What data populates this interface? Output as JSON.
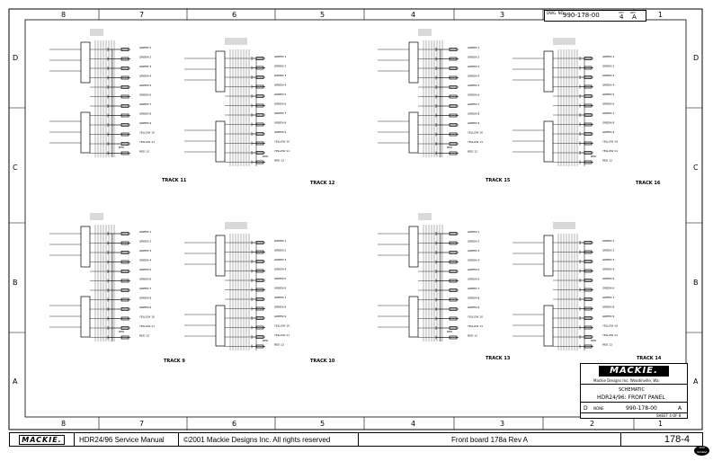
{
  "zones_top": [
    "8",
    "7",
    "6",
    "5",
    "4",
    "3",
    "2",
    "1"
  ],
  "zones_bottom": [
    "8",
    "7",
    "6",
    "5",
    "4",
    "3",
    "2",
    "1"
  ],
  "zones_left": [
    "D",
    "C",
    "B",
    "A"
  ],
  "zones_right": [
    "D",
    "C",
    "B",
    "A"
  ],
  "corner_box": {
    "dwg_label": "DWG. NO.",
    "dwg_no": "990-178-00",
    "sht_label": "SHT",
    "sht": "4",
    "rev_label": "REV",
    "rev": "A"
  },
  "tracks": [
    {
      "label": "TRACK 11",
      "pos": "tl1"
    },
    {
      "label": "TRACK 12",
      "pos": "tl2"
    },
    {
      "label": "TRACK 15",
      "pos": "tr1"
    },
    {
      "label": "TRACK 16",
      "pos": "tr2"
    },
    {
      "label": "TRACK 9",
      "pos": "bl1"
    },
    {
      "label": "TRACK 10",
      "pos": "bl2"
    },
    {
      "label": "TRACK 13",
      "pos": "br1"
    },
    {
      "label": "TRACK 14",
      "pos": "br2"
    }
  ],
  "led_labels": [
    "GREEN 1",
    "GREEN 2",
    "GREEN 3",
    "GREEN 4",
    "GREEN 5",
    "GREEN 6",
    "GREEN 7",
    "GREEN 8",
    "GREEN 9",
    "YELLOW 10",
    "YELLOW 11",
    "RED 12"
  ],
  "title_block": {
    "logo": "MACKIE.",
    "company": "Mackie Designs Inc.  Woodinville, Wa.",
    "type": "SCHEMATIC",
    "title": "HDR24/96: FRONT PANEL",
    "dwg_no": "990-178-00",
    "size": "D",
    "scale": "NONE",
    "rev": "A",
    "sheet": "SHEET 4 OF 8"
  },
  "footer": {
    "logo": "MACKIE.",
    "manual": "HDR24/96 Service Manual",
    "copyright": "©2001 Mackie Designs Inc. All rights reserved",
    "board": "Front board 178a Rev A",
    "page": "178-4"
  },
  "badge": "HDR SCHEM"
}
